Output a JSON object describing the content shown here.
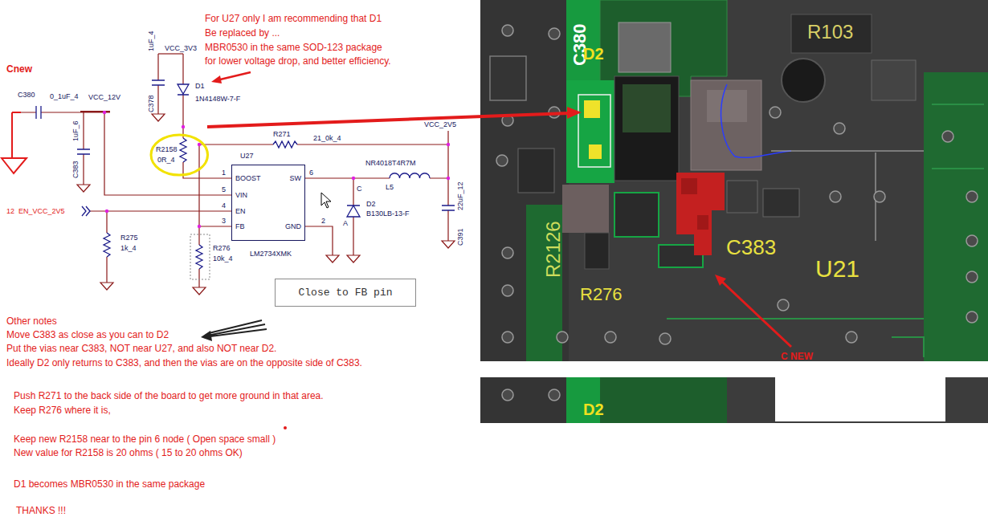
{
  "diagram": {
    "nodes": [
      {
        "text": [
          "R2158",
          "0R_4"
        ]
      },
      {
        "text": [
          "U27",
          "BOOST",
          "VIN",
          "EN",
          "FB",
          "SW",
          "GND",
          "LM2734XMK"
        ]
      },
      {
        "text": [
          "Close to FB pin"
        ]
      }
    ],
    "labels": [
      "For U27 only I am recommending that D1",
      "Be replaced by ...",
      "MBR0530 in the same SOD-123 package",
      "for lower voltage drop, and better efficiency.",
      "Cnew",
      "C380",
      "0_1uF_4",
      "VCC_12V",
      "VCC_3V3",
      "1uF_4",
      "C378",
      "D1",
      "1N4148W-7-F",
      "1uF_6",
      "C383",
      "R271",
      "21_0k_4",
      "VCC_2V5",
      "1",
      "5",
      "4",
      "3",
      "6",
      "2",
      "NR4018T4R7M",
      "L5",
      "C",
      "A",
      "D2",
      "B130LB-13-F",
      "22uF_12",
      "C391",
      "12",
      "EN_VCC_2V5",
      "R275",
      "1k_4",
      "R276",
      "10k_4",
      "Other notes",
      "Move C383 as close as you can to D2",
      "Put the vias near C383, NOT near U27, and also NOT near D2.",
      "Ideally D2 only returns to C383, and then the vias are on the opposite side of C383.",
      "Push R271 to the back side of the board to get more ground in that area.",
      "Keep R276 where it is,",
      "Keep new R2158 near to the pin 6 node ( Open space small )",
      "New value for R2158 is 20 ohms ( 15 to 20 ohms OK)",
      "D1 becomes MBR0530 in the same package",
      "THANKS !!!",
      "C380",
      "D2",
      "R103",
      "R2126",
      "C383",
      "U21",
      "R276",
      "C NEW",
      "D2"
    ]
  }
}
